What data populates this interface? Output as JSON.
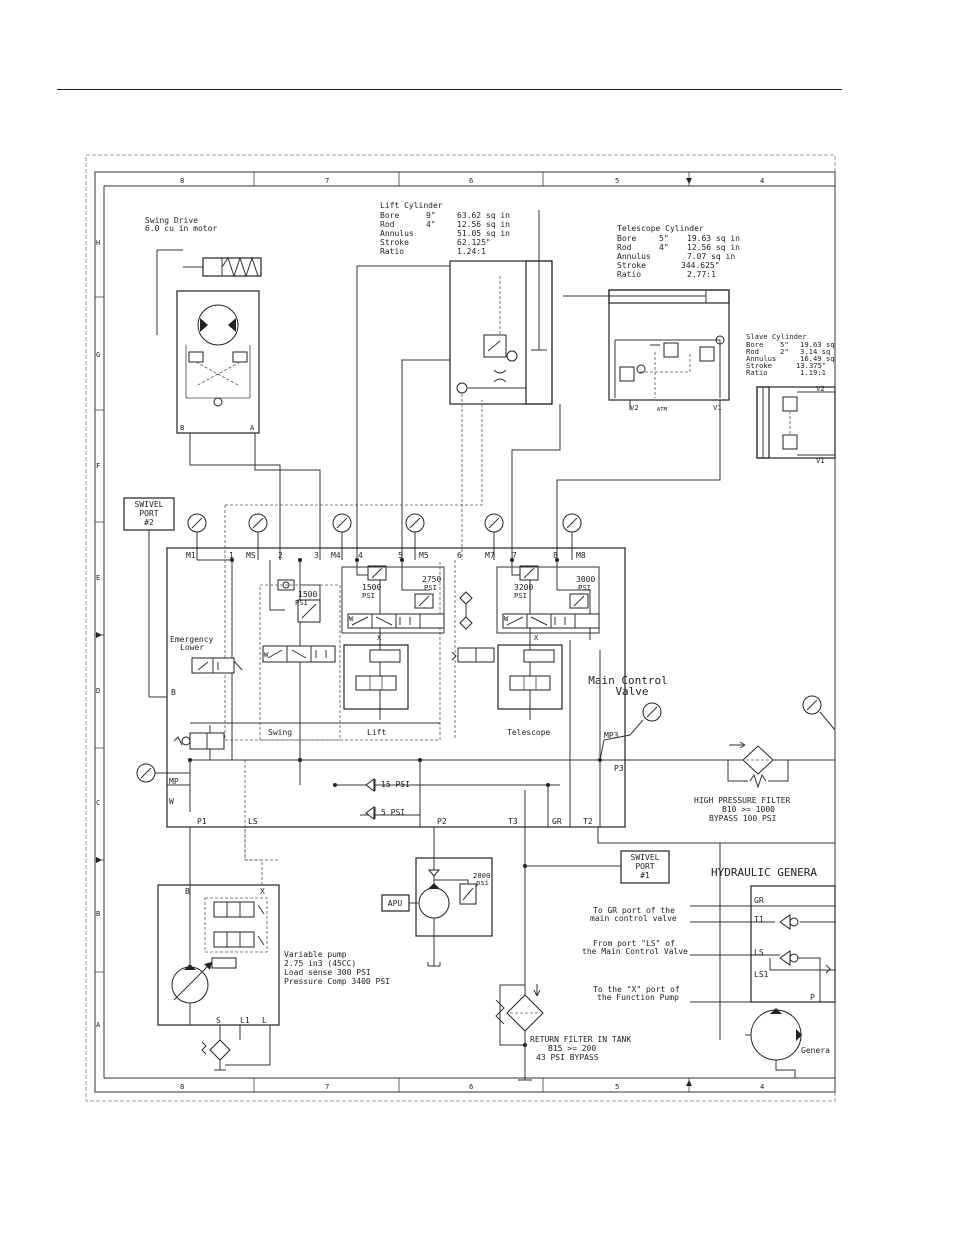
{
  "frame": {
    "columns": [
      "8",
      "7",
      "6",
      "5",
      "4"
    ],
    "rows": [
      "H",
      "G",
      "F",
      "E",
      "D",
      "C",
      "B",
      "A"
    ]
  },
  "swing_drive": {
    "title": "Swing Drive",
    "subtitle": "6.0 cu in motor",
    "port_b": "B",
    "port_a": "A"
  },
  "lift_cylinder": {
    "title": "Lift Cylinder",
    "rows": [
      {
        "label": "Bore",
        "value": "9\"",
        "extra": "63.62 sq in"
      },
      {
        "label": "Rod",
        "value": "4\"",
        "extra": "12.56 sq in"
      },
      {
        "label": "Annulus",
        "value": "",
        "extra": "51.05 sq in"
      },
      {
        "label": "Stroke",
        "value": "",
        "extra": "62.125\""
      },
      {
        "label": "Ratio",
        "value": "",
        "extra": "1.24:1"
      }
    ]
  },
  "telescope_cylinder": {
    "title": "Telescope Cylinder",
    "rows": [
      {
        "label": "Bore",
        "value": "5\"",
        "extra": "19.63 sq in"
      },
      {
        "label": "Rod",
        "value": "4\"",
        "extra": "12.56 sq in"
      },
      {
        "label": "Annulus",
        "value": "",
        "extra": "7.07 sq in"
      },
      {
        "label": "Stroke",
        "value": "",
        "extra": "344.625\""
      },
      {
        "label": "Ratio",
        "value": "",
        "extra": "2.77:1"
      }
    ],
    "port_v2": "V2",
    "port_atm": "ATM",
    "port_v1": "V1"
  },
  "slave_cylinder": {
    "title": "Slave Cylinder",
    "rows": [
      {
        "label": "Bore",
        "value": "5\"",
        "extra": "19.63 sq"
      },
      {
        "label": "Rod",
        "value": "2\"",
        "extra": "3.14 sq"
      },
      {
        "label": "Annulus",
        "value": "",
        "extra": "16.49 sq"
      },
      {
        "label": "Stroke",
        "value": "",
        "extra": "13.375\""
      },
      {
        "label": "Ratio",
        "value": "",
        "extra": "1.19:1"
      }
    ],
    "port_v2": "V2",
    "port_v1": "V1"
  },
  "swivel_port_2": {
    "line1": "SWIVEL",
    "line2": "PORT",
    "line3": "#2"
  },
  "swivel_port_1": {
    "line1": "SWIVEL",
    "line2": "PORT",
    "line3": "#1"
  },
  "main_valve": {
    "title_line1": "Main Control",
    "title_line2": "Valve",
    "ports": {
      "m1": "M1",
      "n1": "1",
      "ms": "MS",
      "n2": "2",
      "n3": "3",
      "m4": "M4",
      "n4": "4",
      "n5": "5",
      "m5": "M5",
      "n6": "6",
      "m7": "M7",
      "n7": "7",
      "n8": "8",
      "m8": "M8",
      "b": "B",
      "mp": "MP",
      "w": "W",
      "p1": "P1",
      "ls": "LS",
      "p2": "P2",
      "t3": "T3",
      "gr": "GR",
      "t2": "T2",
      "mp3": "MP3",
      "p3": "P3"
    },
    "relief_1500": {
      "value": "1500",
      "unit": "PSI"
    },
    "relief_1500b": {
      "value": "1500",
      "unit": "PSI"
    },
    "relief_2750": {
      "value": "2750",
      "unit": "PSI"
    },
    "relief_3200": {
      "value": "3200",
      "unit": "PSI"
    },
    "relief_3000": {
      "value": "3000",
      "unit": "PSI"
    },
    "emergency_line1": "Emergency",
    "emergency_line2": "Lower",
    "section_swing": "Swing",
    "section_lift": "Lift",
    "section_telescope": "Telescope",
    "check_15": "15 PSI",
    "check_5": "5 PSI",
    "spool_w": "W",
    "spool_x": "X"
  },
  "high_pressure_filter": {
    "line1": "HIGH PRESSURE FILTER",
    "line2": "B10 >= 1000",
    "line3": "BYPASS 100 PSI"
  },
  "apu": {
    "label": "APU",
    "relief_value": "2800",
    "relief_unit": "psi"
  },
  "variable_pump": {
    "line1": "Variable pump",
    "line2": "2.75 in3 (45CC)",
    "line3": "Load sense 300 PSI",
    "line4": "Pressure Comp 3400 PSI",
    "port_b": "B",
    "port_x": "X",
    "port_s": "S",
    "port_l1": "L1",
    "port_l": "L"
  },
  "return_filter": {
    "line1": "RETURN FILTER IN TANK",
    "line2": "B15 >= 200",
    "line3": "43 PSI BYPASS"
  },
  "hydraulic_generator": {
    "title": "HYDRAULIC GENERA",
    "note1_line1": "To GR port of the",
    "note1_line2": "main control valve",
    "note2_line1": "From port \"LS\" of",
    "note2_line2": "the Main Control Valve",
    "note3_line1": "To the \"X\" port of",
    "note3_line2": "the Function Pump",
    "port_gr": "GR",
    "port_t1": "T1",
    "port_ls": "LS",
    "port_ls1": "LS1",
    "port_p": "P",
    "generator_label": "Genera"
  }
}
